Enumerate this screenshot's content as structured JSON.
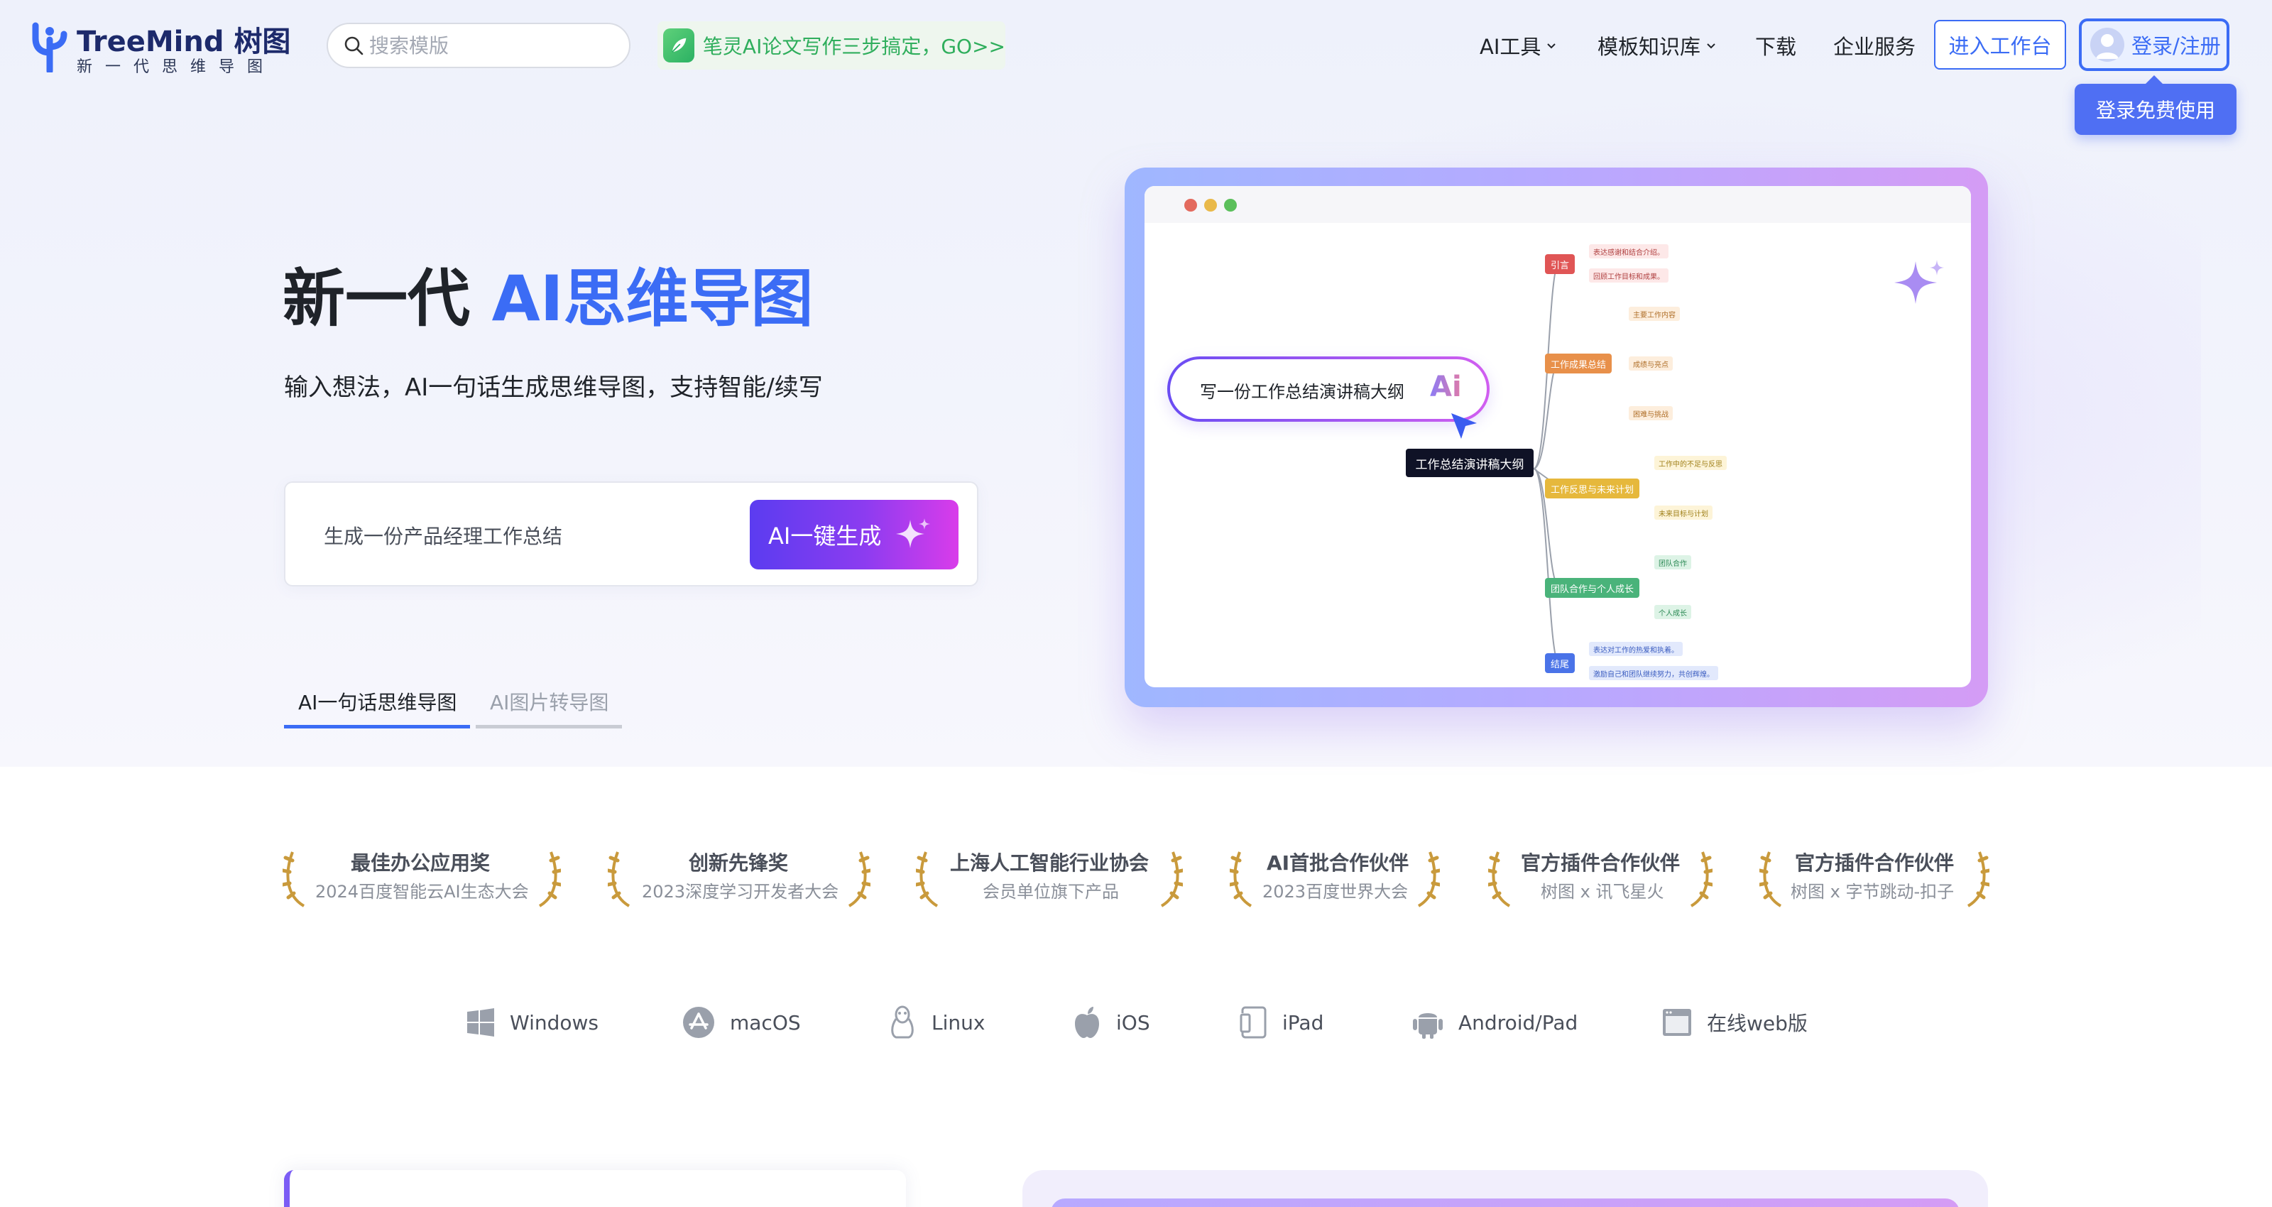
{
  "brand": {
    "name": "TreeMind",
    "name_cn": "树图",
    "tagline": "新一代思维导图",
    "accent": "#3b6cf5"
  },
  "header": {
    "search_placeholder": "搜索模版",
    "promo_text": "笔灵AI论文写作三步搞定，GO>>",
    "nav": [
      {
        "label": "AI工具",
        "has_dropdown": true
      },
      {
        "label": "模板知识库",
        "has_dropdown": true
      },
      {
        "label": "下载",
        "has_dropdown": false
      },
      {
        "label": "企业服务",
        "has_dropdown": false
      }
    ],
    "workspace_button": "进入工作台",
    "login_button": "登录/注册",
    "login_tooltip": "登录免费使用"
  },
  "hero": {
    "title_plain": "新一代 ",
    "title_accent": "AI思维导图",
    "subtitle": "输入想法，AI一句话生成思维导图，支持智能/续写",
    "input_value": "生成一份产品经理工作总结",
    "generate_button": "AI一键生成",
    "tabs": [
      {
        "label": "AI一句话思维导图",
        "active": true
      },
      {
        "label": "AI图片转导图",
        "active": false
      }
    ]
  },
  "preview": {
    "prompt_text": "写一份工作总结演讲稿大纲",
    "ai_badge": "Ai",
    "root_label": "工作总结演讲稿大纲",
    "branches": [
      {
        "label": "引言",
        "color": "#e05555",
        "items": [
          "表达感谢和结合介绍。",
          "回顾工作目标和成果。"
        ]
      },
      {
        "label": "工作成果总结",
        "color": "#e8904a",
        "items": [
          "主要工作内容",
          "成绩与亮点",
          "困难与挑战"
        ]
      },
      {
        "label": "工作反思与未来计划",
        "color": "#e6b83c",
        "items": [
          "工作中的不足与反思",
          "未来目标与计划"
        ]
      },
      {
        "label": "团队合作与个人成长",
        "color": "#4ab37a",
        "items": [
          "团队合作",
          "个人成长"
        ]
      },
      {
        "label": "结尾",
        "color": "#4a73e8",
        "items": [
          "表达对工作的热爱和执着。",
          "激励自己和团队继续努力，共创辉煌。"
        ]
      }
    ]
  },
  "awards": [
    {
      "title": "最佳办公应用奖",
      "desc": "2024百度智能云AI生态大会"
    },
    {
      "title": "创新先锋奖",
      "desc": "2023深度学习开发者大会"
    },
    {
      "title": "上海人工智能行业协会",
      "desc": "会员单位旗下产品"
    },
    {
      "title": "AI首批合作伙伴",
      "desc": "2023百度世界大会"
    },
    {
      "title": "官方插件合作伙伴",
      "desc": "树图 x 讯飞星火"
    },
    {
      "title": "官方插件合作伙伴",
      "desc": "树图 x 字节跳动-扣子"
    }
  ],
  "platforms": [
    {
      "label": "Windows",
      "icon": "windows-icon"
    },
    {
      "label": "macOS",
      "icon": "appstore-icon"
    },
    {
      "label": "Linux",
      "icon": "linux-icon"
    },
    {
      "label": "iOS",
      "icon": "apple-icon"
    },
    {
      "label": "iPad",
      "icon": "ipad-icon"
    },
    {
      "label": "Android/Pad",
      "icon": "android-icon"
    },
    {
      "label": "在线web版",
      "icon": "browser-icon"
    }
  ]
}
